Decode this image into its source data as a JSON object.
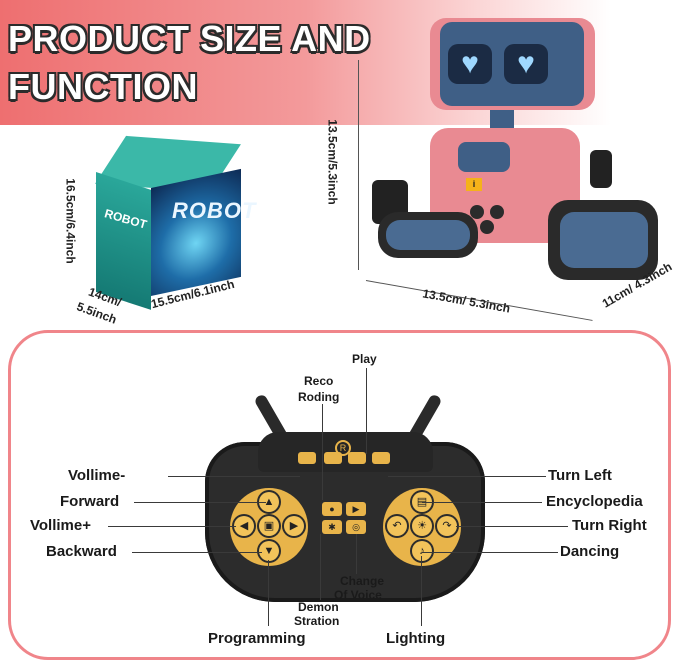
{
  "header": {
    "line1": "PRODUCT SIZE AND",
    "line2": "FUNCTION"
  },
  "box": {
    "height_label": "16.5cm/6.4inch",
    "depth_label_1": "14cm/",
    "depth_label_2": "5.5inch",
    "width_label": "15.5cm/6.1inch",
    "brand": "ROBOT",
    "front_brand": "ROBOT"
  },
  "robot": {
    "height_label": "13.5cm/5.3inch",
    "width_label": "13.5cm/ 5.3inch",
    "depth_label": "11cm/ 4.3inch"
  },
  "remote": {
    "labels": {
      "play": "Play",
      "recording_1": "Reco",
      "recording_2": "Roding",
      "volume_down": "Vollime-",
      "forward": "Forward",
      "volume_up": "Vollime+",
      "backward": "Backward",
      "turn_left": "Turn Left",
      "encyclopedia": "Encyclopedia",
      "turn_right": "Turn Right",
      "dancing": "Dancing",
      "change_voice_1": "Change",
      "change_voice_2": "Of Voice",
      "demonstration_1": "Demon",
      "demonstration_2": "Stration",
      "programming": "Programming",
      "lighting": "Lighting"
    },
    "colors": {
      "button": "#e8b44a",
      "body": "#2c2c2c",
      "frame": "#f0858a"
    }
  },
  "icons": {
    "heart_eye": "heart-icon",
    "arrow": "arrow-icon"
  }
}
